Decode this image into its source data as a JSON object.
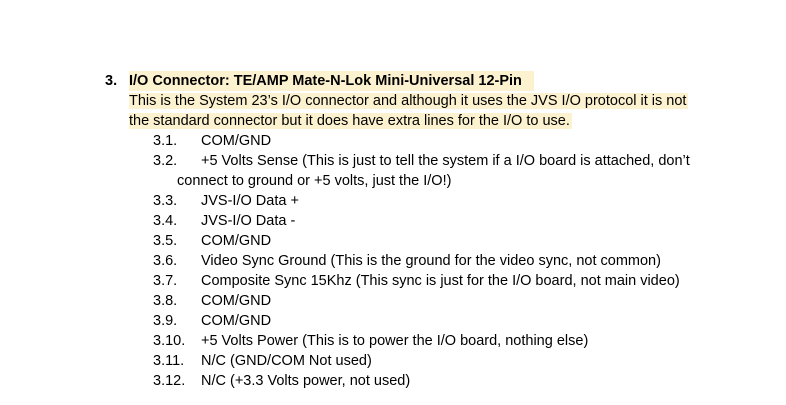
{
  "section": {
    "number": "3.",
    "heading": "I/O Connector: TE/AMP Mate-N-Lok Mini-Universal 12-Pin",
    "intro_lines": [
      "This is the System 23’s I/O connector and although it uses the JVS I/O protocol it is not",
      "the standard connector but it does have extra lines for the I/O to use."
    ],
    "highlight_color": "#fdf2cf",
    "pins": [
      {
        "num": "3.1.",
        "text": "COM/GND"
      },
      {
        "num": "3.2.",
        "text": "+5 Volts Sense (This is just to tell the system if a I/O board is attached, don’t",
        "text_cont": "connect to ground or +5 volts, just the I/O!)"
      },
      {
        "num": "3.3.",
        "text": "JVS-I/O Data +"
      },
      {
        "num": "3.4.",
        "text": "JVS-I/O Data -"
      },
      {
        "num": "3.5.",
        "text": "COM/GND"
      },
      {
        "num": "3.6.",
        "text": "Video Sync Ground (This is the ground for the video sync, not common)"
      },
      {
        "num": "3.7.",
        "text": "Composite Sync 15Khz (This sync is just for the I/O board, not main video)"
      },
      {
        "num": "3.8.",
        "text": "COM/GND"
      },
      {
        "num": "3.9.",
        "text": "COM/GND"
      },
      {
        "num": "3.10.",
        "text": "+5 Volts Power (This is to power the I/O board, nothing else)"
      },
      {
        "num": "3.11.",
        "text": "N/C (GND/COM Not used)"
      },
      {
        "num": "3.12.",
        "text": "N/C (+3.3 Volts power, not used)"
      }
    ]
  }
}
